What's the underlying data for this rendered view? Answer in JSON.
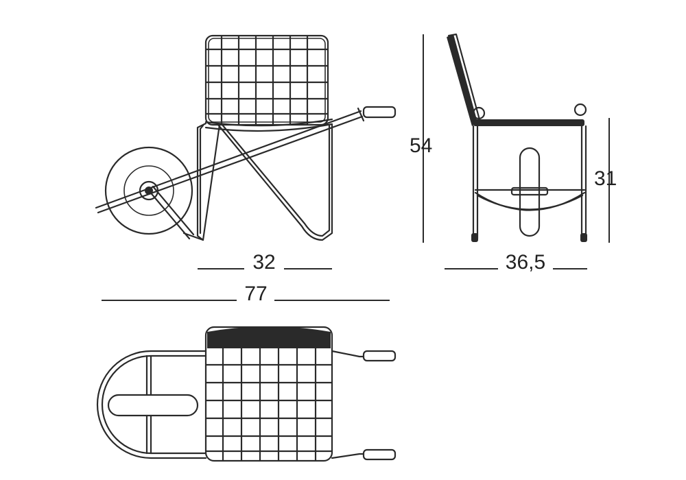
{
  "dimensions": {
    "seat_depth": "32",
    "total_length": "77",
    "overall_height": "54",
    "seat_height": "31",
    "width": "36,5"
  },
  "colors": {
    "line": "#2a2a2a",
    "background": "#ffffff"
  }
}
